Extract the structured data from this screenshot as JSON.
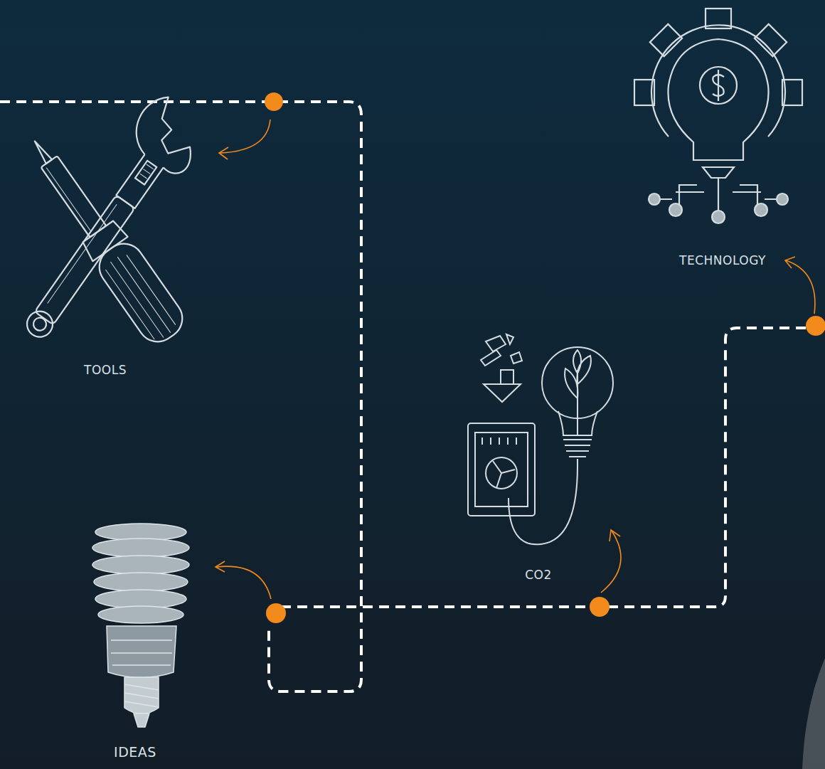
{
  "diagram": {
    "labels": [
      "TECHNOLOGY",
      "TOOLS",
      "CO2",
      "IDEAS"
    ]
  }
}
